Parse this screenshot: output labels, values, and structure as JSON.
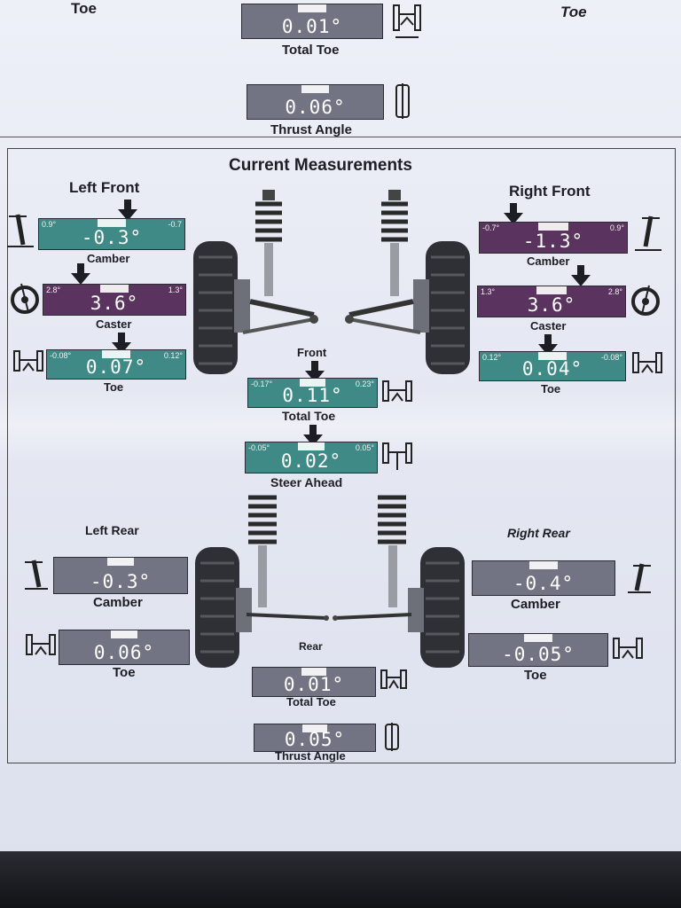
{
  "colors": {
    "paper": "#e6e9f3",
    "green_gauge": "#3f8a86",
    "purple_gauge": "#5a345e",
    "gray_gauge": "#727483",
    "text": "#1d1d24"
  },
  "top_section": {
    "left_toe_label": "Toe",
    "right_toe_label": "Toe",
    "total_toe": {
      "value": "0.01°",
      "label": "Total Toe"
    },
    "thrust_angle": {
      "value": "0.06°",
      "label": "Thrust Angle"
    }
  },
  "current": {
    "title": "Current Measurements",
    "left_front": {
      "heading": "Left Front",
      "camber": {
        "value": "-0.3°",
        "min": "0.9°",
        "max": "-0.7",
        "label": "Camber"
      },
      "caster": {
        "value": "3.6°",
        "min": "2.8°",
        "max": "1.3°",
        "label": "Caster"
      },
      "toe": {
        "value": "0.07°",
        "min": "-0.08°",
        "max": "0.12°",
        "label": "Toe"
      }
    },
    "right_front": {
      "heading": "Right Front",
      "camber": {
        "value": "-1.3°",
        "min": "-0.7°",
        "max": "0.9°",
        "label": "Camber"
      },
      "caster": {
        "value": "3.6°",
        "min": "1.3°",
        "max": "2.8°",
        "label": "Caster"
      },
      "toe": {
        "value": "0.04°",
        "min": "0.12°",
        "max": "-0.08°",
        "label": "Toe"
      }
    },
    "front": {
      "label": "Front",
      "total_toe": {
        "value": "0.11°",
        "min": "-0.17°",
        "max": "0.23°",
        "label": "Total Toe"
      },
      "steer_ahead": {
        "value": "0.02°",
        "min": "-0.05°",
        "max": "0.05°",
        "label": "Steer Ahead"
      }
    },
    "left_rear": {
      "heading": "Left Rear",
      "camber": {
        "value": "-0.3°",
        "label": "Camber"
      },
      "toe": {
        "value": "0.06°",
        "label": "Toe"
      }
    },
    "right_rear": {
      "heading": "Right Rear",
      "camber": {
        "value": "-0.4°",
        "label": "Camber"
      },
      "toe": {
        "value": "-0.05°",
        "label": "Toe"
      }
    },
    "rear": {
      "label": "Rear",
      "total_toe": {
        "value": "0.01°",
        "label": "Total Toe"
      },
      "thrust_angle": {
        "value": "0.05°",
        "label": "Thrust Angle"
      }
    }
  }
}
